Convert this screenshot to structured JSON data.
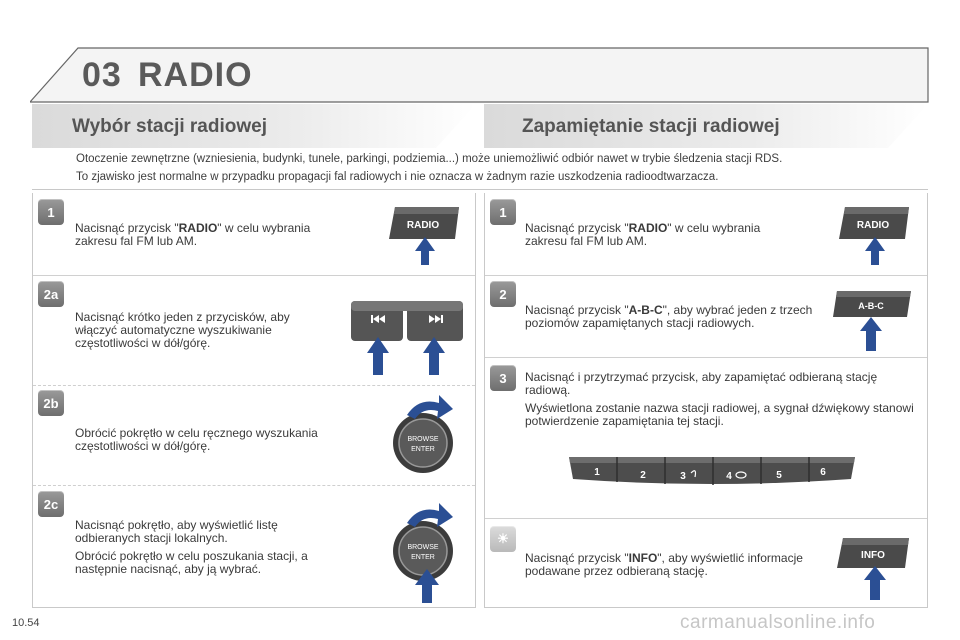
{
  "chapter": {
    "number": "03",
    "title": "RADIO"
  },
  "sections": {
    "left_title": "Wybór stacji radiowej",
    "right_title": "Zapamiętanie stacji radiowej"
  },
  "notice": {
    "line1": "Otoczenie zewnętrzne (wzniesienia, budynki, tunele, parkingi, podziemia...) może uniemożliwić odbiór nawet w trybie śledzenia stacji RDS.",
    "line2": "To zjawisko jest normalne w przypadku propagacji fal radiowych i nie oznacza w żadnym razie uszkodzenia radioodtwarzacza."
  },
  "left_steps": {
    "s1": {
      "badge": "1",
      "pre": "Nacisnąć przycisk \"",
      "bold": "RADIO",
      "post": "\" w celu wybrania zakresu fal FM lub AM."
    },
    "s2a": {
      "badge": "2a",
      "text": "Nacisnąć krótko jeden z przycisków, aby włączyć automatyczne wyszukiwanie częstotliwości w dół/górę."
    },
    "s2b": {
      "badge": "2b",
      "text": "Obrócić pokrętło w celu ręcznego wyszukania częstotliwości w dół/górę."
    },
    "s2c": {
      "badge": "2c",
      "text1": "Nacisnąć pokrętło, aby wyświetlić listę odbieranych stacji lokalnych.",
      "text2": "Obrócić pokrętło w celu poszukania stacji, a następnie nacisnąć, aby ją wybrać."
    }
  },
  "right_steps": {
    "s1": {
      "badge": "1",
      "pre": "Nacisnąć przycisk \"",
      "bold": "RADIO",
      "post": "\" w celu wybrania zakresu fal FM lub AM."
    },
    "s2": {
      "badge": "2",
      "pre": "Nacisnąć przycisk \"",
      "bold": "A-B-C",
      "post": "\", aby wybrać jeden z trzech poziomów zapamiętanych stacji radiowych."
    },
    "s3": {
      "badge": "3",
      "text1": "Nacisnąć i przytrzymać przycisk, aby zapamiętać odbieraną stację radiową.",
      "text2": "Wyświetlona zostanie nazwa stacji radiowej, a sygnał dźwiękowy stanowi potwierdzenie zapamiętania tej stacji."
    },
    "info": {
      "badge": "☀",
      "pre": "Nacisnąć przycisk \"",
      "bold": "INFO",
      "post": "\", aby wyświetlić informacje podawane przez odbieraną stację."
    }
  },
  "buttons": {
    "radio": "RADIO",
    "abc": "A-B-C",
    "info": "INFO",
    "browse_line1": "BROWSE",
    "browse_line2": "ENTER",
    "presets": [
      "1",
      "2",
      "3",
      "4",
      "5",
      "6"
    ]
  },
  "colors": {
    "arrow": "#2b4f94",
    "button": "#4a4a4a",
    "badge": "#7c7c7c"
  },
  "footer": {
    "page": "10.54",
    "watermark": "carmanualsonline.info"
  }
}
